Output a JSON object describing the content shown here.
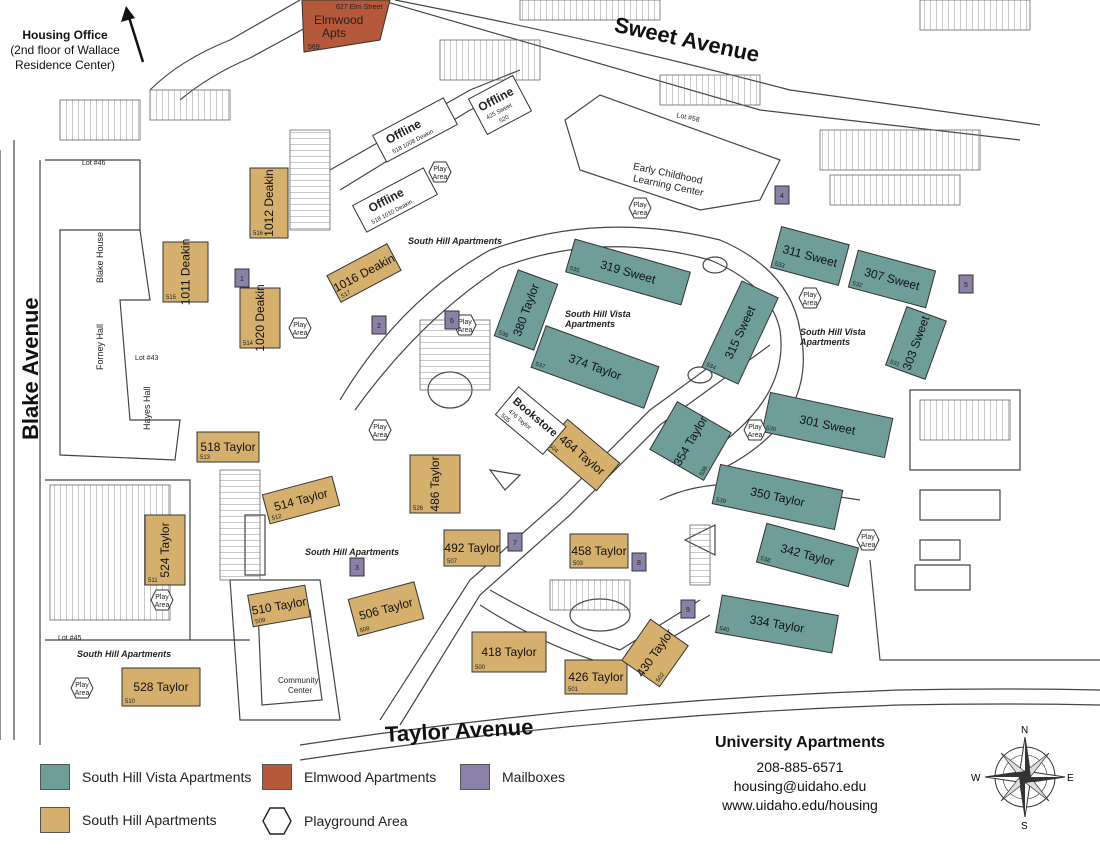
{
  "roads": {
    "sweet": "Sweet Avenue",
    "blake": "Blake Avenue",
    "taylor": "Taylor Avenue"
  },
  "housing_office": {
    "title": "Housing Office",
    "line1": "(2nd floor of Wallace",
    "line2": "Residence Center)"
  },
  "elmwood": {
    "name1": "Elmwood",
    "name2": "Apts",
    "address": "627 Elm Street",
    "num": "569"
  },
  "offline_buildings": [
    {
      "name": "Offline",
      "address": "425 Sweet",
      "num": "520"
    },
    {
      "name": "Offline",
      "address": "518 1008 Deakin"
    },
    {
      "name": "Offline",
      "address": "518 1010 Deakin"
    }
  ],
  "south_hill_buildings": [
    {
      "name": "1012 Deakin",
      "num": "516"
    },
    {
      "name": "1011 Deakin",
      "num": "515"
    },
    {
      "name": "1016 Deakin",
      "num": "517"
    },
    {
      "name": "1020 Deakin",
      "num": "514"
    },
    {
      "name": "518 Taylor",
      "num": "513"
    },
    {
      "name": "514 Taylor",
      "num": "512"
    },
    {
      "name": "524 Taylor",
      "num": "511"
    },
    {
      "name": "510 Taylor",
      "num": "509"
    },
    {
      "name": "506 Taylor",
      "num": "508"
    },
    {
      "name": "528 Taylor",
      "num": "510"
    },
    {
      "name": "486 Taylor",
      "num": "526"
    },
    {
      "name": "492 Taylor",
      "num": "507"
    },
    {
      "name": "464 Taylor",
      "num": "504"
    },
    {
      "name": "458 Taylor",
      "num": "503"
    },
    {
      "name": "418 Taylor",
      "num": "500"
    },
    {
      "name": "426 Taylor",
      "num": "501"
    },
    {
      "name": "430 Taylor",
      "num": "502"
    }
  ],
  "vista_buildings": [
    {
      "name": "319 Sweet",
      "num": "535"
    },
    {
      "name": "380 Taylor",
      "num": "536"
    },
    {
      "name": "374 Taylor",
      "num": "537"
    },
    {
      "name": "315 Sweet",
      "num": "534"
    },
    {
      "name": "311 Sweet",
      "num": "533"
    },
    {
      "name": "307 Sweet",
      "num": "532"
    },
    {
      "name": "303 Sweet",
      "num": "531"
    },
    {
      "name": "301 Sweet",
      "num": "530"
    },
    {
      "name": "354 Taylor",
      "num": "538"
    },
    {
      "name": "350 Taylor",
      "num": "539"
    },
    {
      "name": "342 Taylor",
      "num": "538"
    },
    {
      "name": "334 Taylor",
      "num": "540"
    }
  ],
  "bookstore": {
    "name": "Bookstore",
    "address": "476 Taylor",
    "num": "505"
  },
  "labels": {
    "blake_house": "Blake House",
    "forney_hall": "Forney Hall",
    "hayes_hall": "Hayes Hall",
    "early_childhood_1": "Early Childhood",
    "early_childhood_2": "Learning Center",
    "community_1": "Community",
    "community_2": "Center",
    "south_hill_apts": "South Hill Apartments",
    "vista_1": "South Hill Vista",
    "vista_2": "Apartments",
    "lot46": "Lot #46",
    "lot43": "Lot #43",
    "lot45": "Lot #45",
    "lot58": "Lot #58",
    "play_1": "Play",
    "play_2": "Area"
  },
  "mailboxes": [
    "1",
    "2",
    "3",
    "4",
    "5",
    "6",
    "7",
    "8",
    "9"
  ],
  "legend": {
    "vista": "South Hill Vista Apartments",
    "elmwood": "Elmwood Apartments",
    "mailboxes": "Mailboxes",
    "south_hill": "South Hill Apartments",
    "playground": "Playground Area"
  },
  "contact": {
    "title": "University Apartments",
    "phone": "208-885-6571",
    "email": "housing@uidaho.edu",
    "web": "www.uidaho.edu/housing"
  },
  "compass": {
    "n": "N",
    "s": "S",
    "e": "E",
    "w": "W"
  },
  "colors": {
    "vista": "#6f9e9a",
    "elmwood": "#b5593a",
    "mailbox": "#8a80a8",
    "south_hill": "#d4b06c",
    "line": "#444444"
  }
}
